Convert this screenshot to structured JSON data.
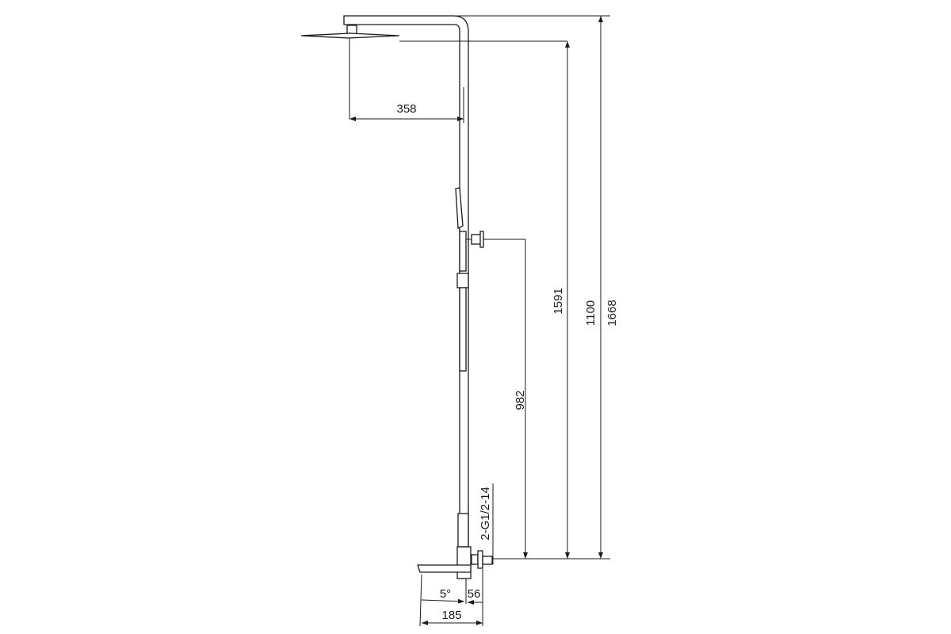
{
  "drawing": {
    "dimensions": {
      "shower_head_reach": "358",
      "head_height": "1591",
      "height_1100": "1100",
      "total_height": "1668",
      "handshower_holder_height": "982",
      "inlet_thread": "2-G1/2-14",
      "spout_angle": "5°",
      "inlet_offset": "56",
      "spout_reach": "185"
    },
    "line_color": "#1a1a1a"
  }
}
